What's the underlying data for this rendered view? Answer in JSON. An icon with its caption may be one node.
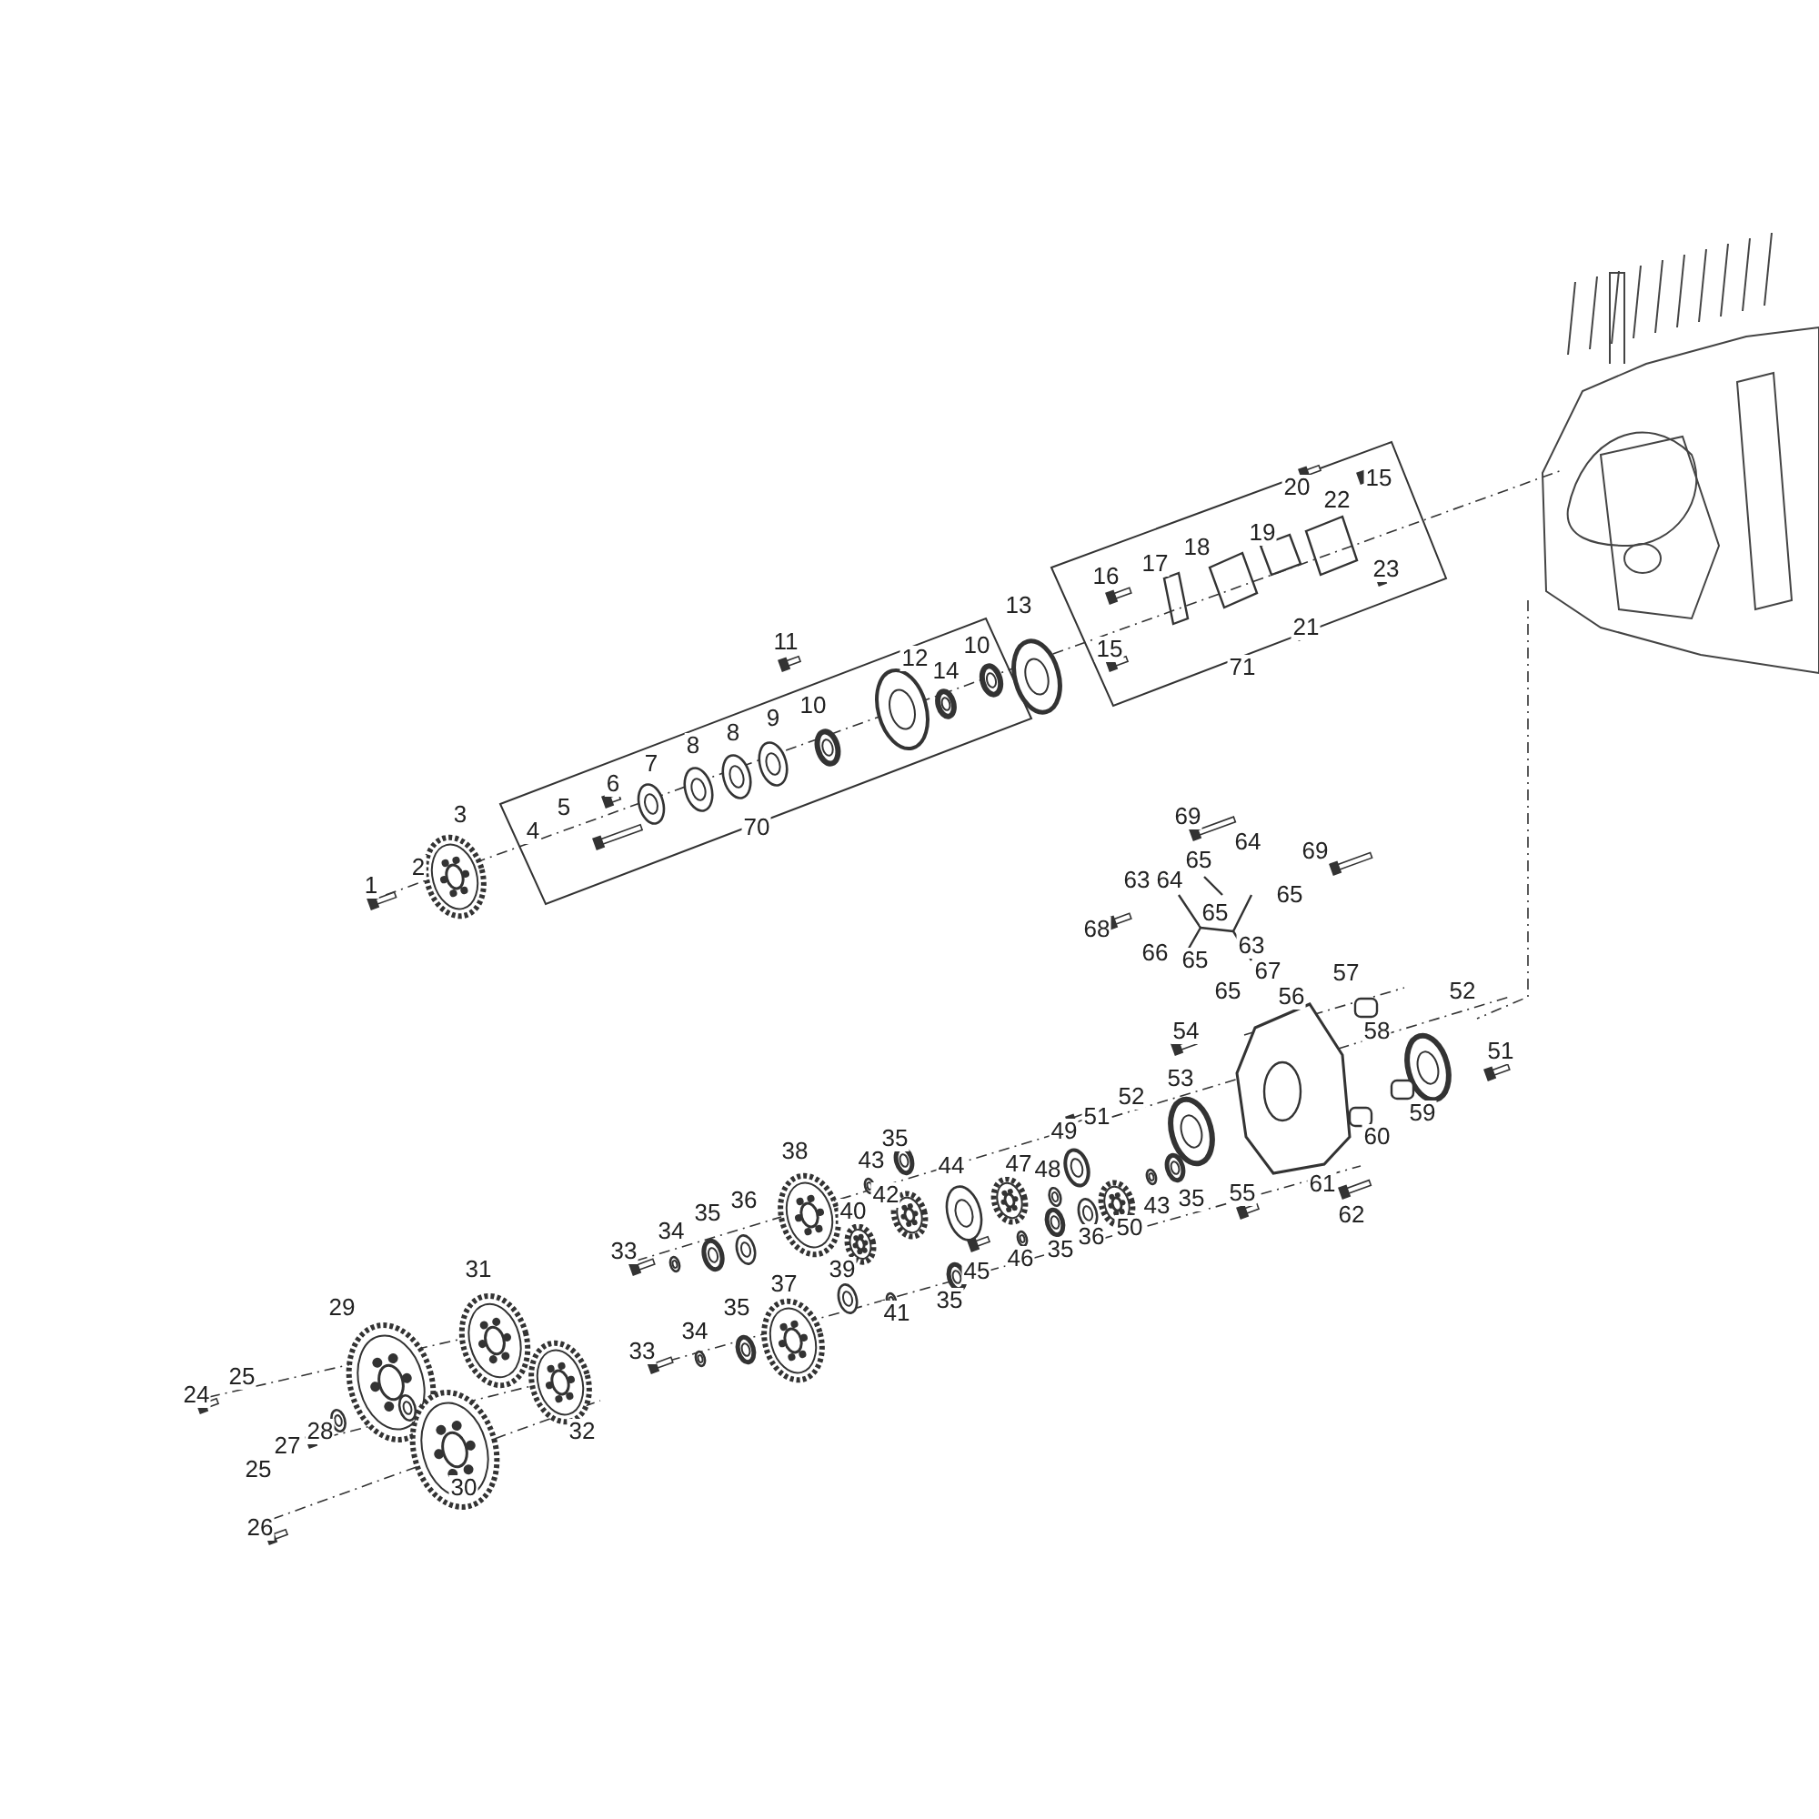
{
  "diagram": {
    "labels": [
      "20",
      "15",
      "22",
      "19",
      "18",
      "17",
      "23",
      "16",
      "13",
      "21",
      "11",
      "15",
      "10",
      "12",
      "71",
      "14",
      "10",
      "9",
      "8",
      "8",
      "7",
      "6",
      "5",
      "3",
      "69",
      "70",
      "4",
      "64",
      "69",
      "65",
      "2",
      "63",
      "64",
      "1",
      "65",
      "65",
      "68",
      "63",
      "66",
      "65",
      "67",
      "57",
      "65",
      "52",
      "56",
      "54",
      "58",
      "51",
      "53",
      "52",
      "59",
      "51",
      "49",
      "60",
      "35",
      "38",
      "43",
      "47",
      "44",
      "48",
      "61",
      "55",
      "42",
      "35",
      "36",
      "43",
      "40",
      "35",
      "62",
      "50",
      "34",
      "36",
      "35",
      "33",
      "46",
      "39",
      "31",
      "45",
      "37",
      "35",
      "29",
      "35",
      "41",
      "34",
      "33",
      "25",
      "24",
      "28",
      "32",
      "27",
      "25",
      "30",
      "26"
    ]
  }
}
